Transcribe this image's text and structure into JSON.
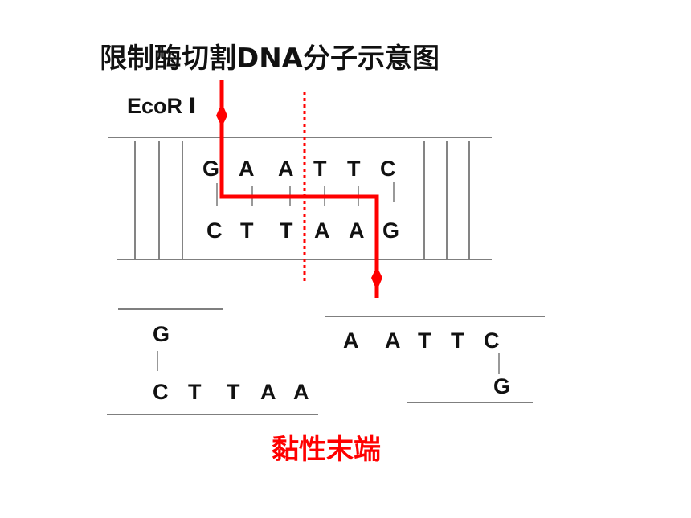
{
  "title": "限制酶切割DNA分子示意图",
  "enzyme_label": "EcoR Ⅰ",
  "top_strand": [
    "G",
    "A",
    "A",
    "T",
    "T",
    "C"
  ],
  "bottom_strand": [
    "C",
    "T",
    "T",
    "A",
    "A",
    "G"
  ],
  "left_fragment": {
    "top": [
      "G"
    ],
    "bottom": [
      "C",
      "T",
      "T",
      "A",
      "A"
    ]
  },
  "right_fragment": {
    "top": [
      "A",
      "A",
      "T",
      "T",
      "C"
    ],
    "bottom": [
      "G"
    ]
  },
  "sticky_end_label": "黏性末端",
  "colors": {
    "cut_line": "#ff0000",
    "cut_axis": "#ff0000",
    "text": "#111111",
    "strand_line": "#333333"
  }
}
